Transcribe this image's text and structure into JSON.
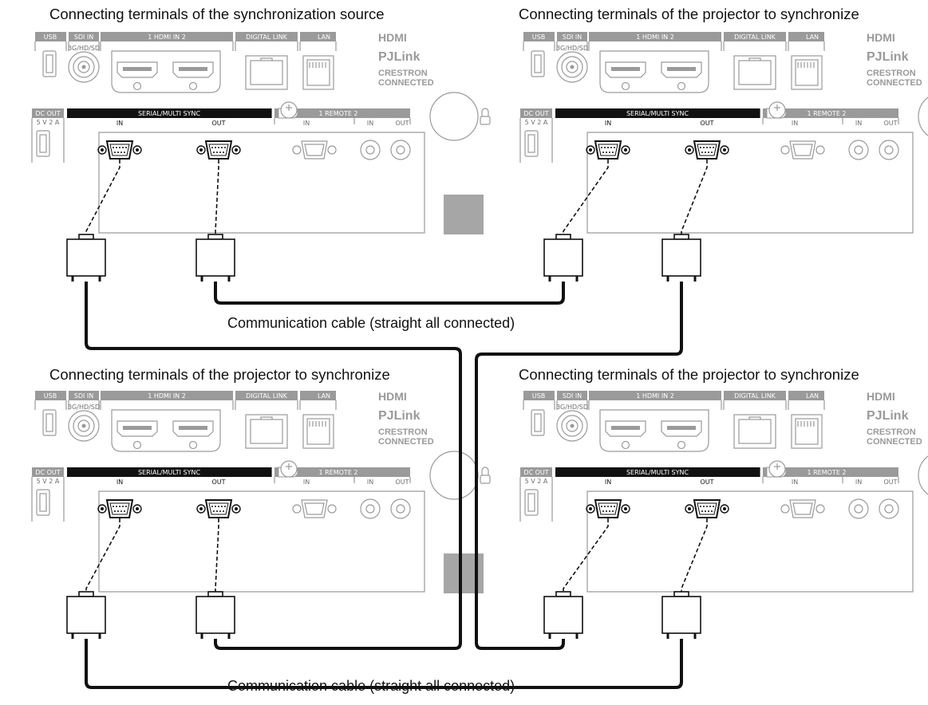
{
  "titles": {
    "source": "Connecting terminals of the synchronization source",
    "sync_top_right": "Connecting terminals of the projector to synchronize",
    "sync_bottom_left": "Connecting terminals of the projector to synchronize",
    "sync_bottom_right": "Connecting terminals of the projector to synchronize"
  },
  "captions": {
    "cable_top": "Communication cable (straight all connected)",
    "cable_bottom": "Communication cable (straight all connected)"
  },
  "panel": {
    "usb": "USB",
    "sdi_in": "SDI IN",
    "sdi_sub": "3G/HD/SD",
    "hdmi_in": "1    HDMI IN    2",
    "digital_link": "DIGITAL LINK",
    "lan": "LAN",
    "logo_hdmi": "HDMI",
    "logo_pjlink": "PJLink",
    "logo_crestron_1": "CRESTRON",
    "logo_crestron_2": "CONNECTED",
    "dc_out": "DC OUT",
    "dc_out_sub": "5 V  2 A",
    "serial_multi_sync": "SERIAL/MULTI SYNC",
    "in": "IN",
    "out": "OUT",
    "remote": "1    REMOTE    2",
    "remote_in": "IN",
    "remote_in2": "IN",
    "remote_out": "OUT"
  },
  "colors": {
    "panel_gray": "#9a9a9a",
    "line_black": "#111111",
    "serial_header": "#111111"
  }
}
